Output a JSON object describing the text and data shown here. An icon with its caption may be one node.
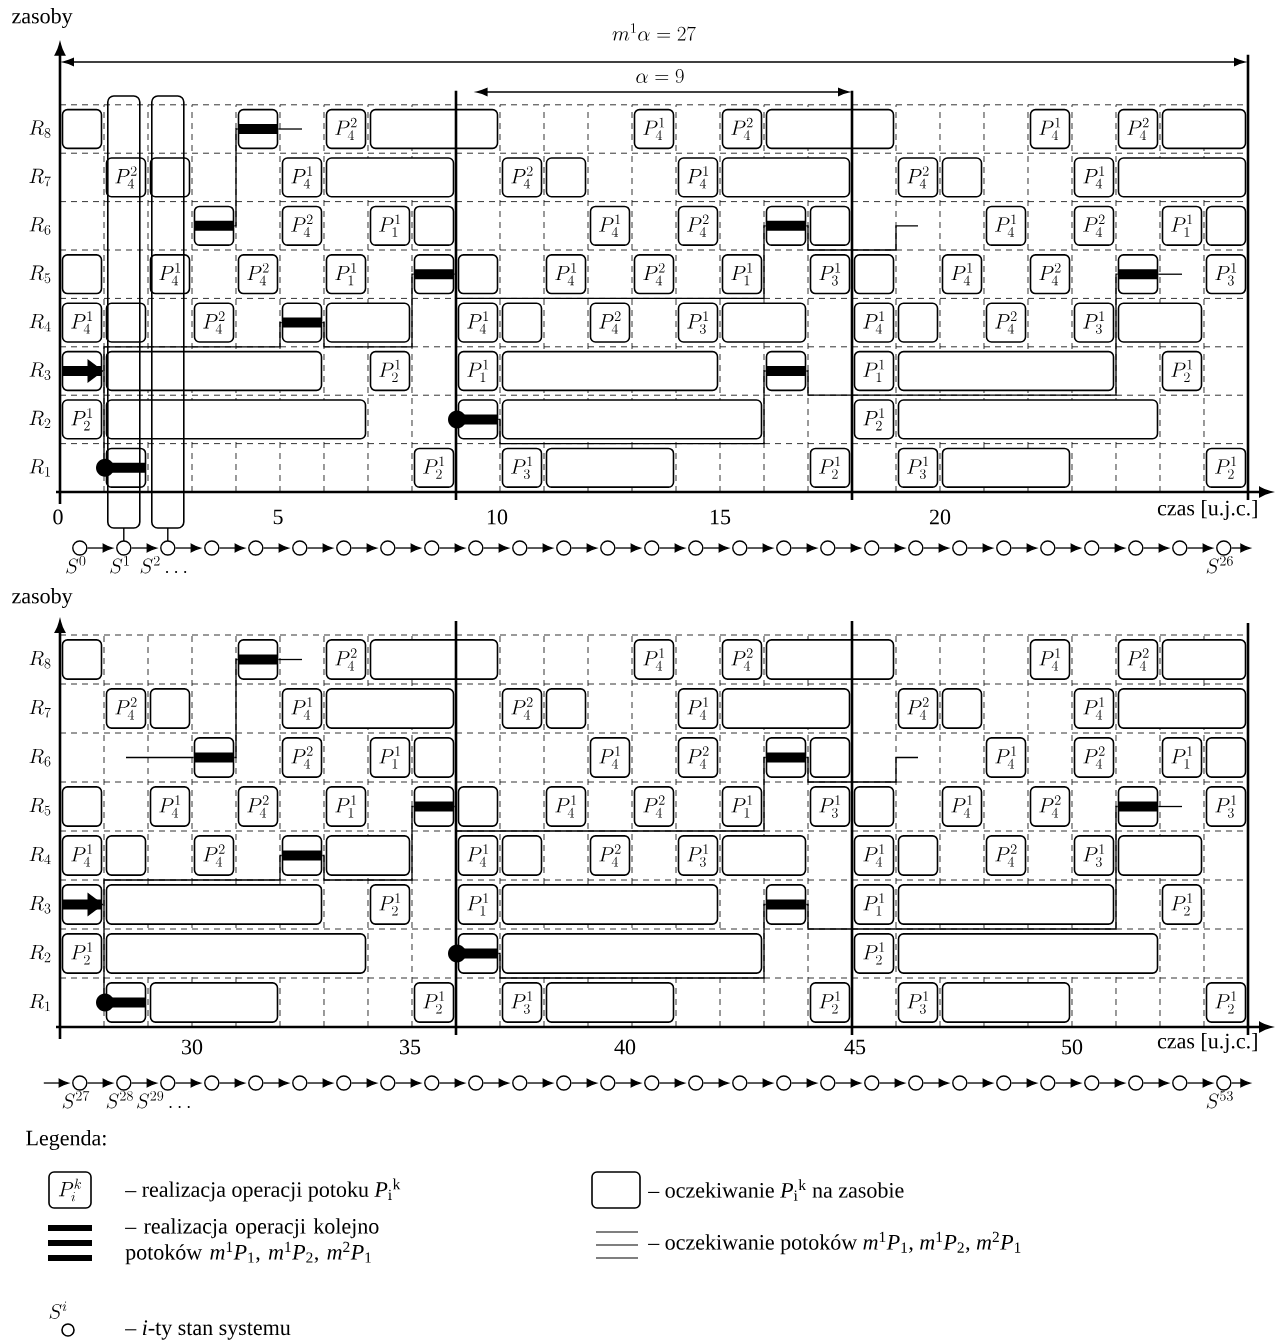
{
  "diagram": {
    "nodes": [
      {
        "text": [],
        "shape": "box"
      },
      {
        "text": [],
        "shape": "bar"
      },
      {
        "text": [
          "P_4^2"
        ]
      },
      {
        "text": [],
        "shape": "box"
      },
      {
        "text": [
          "P_4^1"
        ]
      },
      {
        "text": [
          "P_4^2"
        ]
      },
      {
        "text": [],
        "shape": "box"
      },
      {
        "text": [
          "P_4^1"
        ]
      },
      {
        "text": [
          "P_4^2"
        ]
      },
      {
        "text": [],
        "shape": "box"
      },
      {
        "text": [
          "P_4^2"
        ]
      },
      {
        "text": [],
        "shape": "box"
      },
      {
        "text": [
          "P_4^1"
        ]
      },
      {
        "text": [],
        "shape": "box"
      },
      {
        "text": [
          "P_4^2"
        ]
      },
      {
        "text": [],
        "shape": "box"
      },
      {
        "text": [
          "P_4^1"
        ]
      },
      {
        "text": [],
        "shape": "box"
      },
      {
        "text": [
          "P_4^2"
        ]
      },
      {
        "text": [],
        "shape": "box"
      },
      {
        "text": [
          "P_4^1"
        ]
      },
      {
        "text": [],
        "shape": "box"
      },
      {
        "text": [],
        "shape": "bar"
      },
      {
        "text": [
          "P_4^2"
        ]
      },
      {
        "text": [
          "P_1^1"
        ]
      },
      {
        "text": [],
        "shape": "box"
      },
      {
        "text": [
          "P_4^1"
        ]
      },
      {
        "text": [
          "P_4^2"
        ]
      },
      {
        "text": [],
        "shape": "bar"
      },
      {
        "text": [],
        "shape": "box"
      },
      {
        "text": [
          "P_4^1"
        ]
      },
      {
        "text": [
          "P_4^2"
        ]
      },
      {
        "text": [
          "P_1^1"
        ]
      },
      {
        "text": [],
        "shape": "box"
      },
      {
        "text": [],
        "shape": "box"
      },
      {
        "text": [
          "P_4^1"
        ]
      },
      {
        "text": [
          "P_4^2"
        ]
      },
      {
        "text": [
          "P_1^1"
        ]
      },
      {
        "text": [],
        "shape": "bar"
      },
      {
        "text": [],
        "shape": "box"
      },
      {
        "text": [
          "P_4^1"
        ]
      },
      {
        "text": [
          "P_4^2"
        ]
      },
      {
        "text": [
          "P_1^1"
        ]
      },
      {
        "text": [
          "P_3^1"
        ]
      },
      {
        "text": [],
        "shape": "box"
      },
      {
        "text": [
          "P_4^1"
        ]
      },
      {
        "text": [
          "P_4^2"
        ]
      },
      {
        "text": [],
        "shape": "bar"
      },
      {
        "text": [
          "P_3^1"
        ]
      },
      {
        "text": [
          "P_4^1"
        ]
      },
      {
        "text": [],
        "shape": "box"
      },
      {
        "text": [
          "P_4^2"
        ]
      },
      {
        "text": [],
        "shape": "bar"
      },
      {
        "text": [],
        "shape": "box"
      },
      {
        "text": [
          "P_4^1"
        ]
      },
      {
        "text": [],
        "shape": "box"
      },
      {
        "text": [
          "P_4^2"
        ]
      },
      {
        "text": [
          "P_3^1"
        ]
      },
      {
        "text": [],
        "shape": "box"
      },
      {
        "text": [
          "P_4^1"
        ]
      },
      {
        "text": [],
        "shape": "box"
      },
      {
        "text": [
          "P_4^2"
        ]
      },
      {
        "text": [
          "P_3^1"
        ]
      },
      {
        "text": [],
        "shape": "box"
      },
      {
        "text": [],
        "shape": "bar"
      },
      {
        "text": [],
        "shape": "box"
      },
      {
        "text": [
          "P_2^1"
        ]
      },
      {
        "text": [
          "P_1^1"
        ]
      },
      {
        "text": [],
        "shape": "box"
      },
      {
        "text": [],
        "shape": "bar"
      },
      {
        "text": [
          "P_1^1"
        ]
      },
      {
        "text": [],
        "shape": "box"
      },
      {
        "text": [
          "P_2^1"
        ]
      },
      {
        "text": [
          "P_2^1"
        ]
      },
      {
        "text": [],
        "shape": "box"
      },
      {
        "text": [],
        "shape": "bar"
      },
      {
        "text": [],
        "shape": "box"
      },
      {
        "text": [
          "P_2^1"
        ]
      },
      {
        "text": [],
        "shape": "box"
      },
      {
        "text": [],
        "shape": "bar"
      },
      {
        "text": [
          "P_2^1"
        ]
      },
      {
        "text": [
          "P_3^1"
        ]
      },
      {
        "text": [],
        "shape": "box"
      },
      {
        "text": [
          "P_2^1"
        ]
      },
      {
        "text": [
          "P_3^1"
        ]
      },
      {
        "text": [],
        "shape": "box"
      },
      {
        "text": [
          "P_2^1"
        ]
      },
      {
        "text": [],
        "shape": "box"
      },
      {
        "text": [],
        "shape": "bar"
      },
      {
        "text": [
          "P_4^2"
        ]
      },
      {
        "text": [],
        "shape": "box"
      },
      {
        "text": [
          "P_4^1"
        ]
      },
      {
        "text": [
          "P_4^2"
        ]
      },
      {
        "text": [],
        "shape": "box"
      },
      {
        "text": [
          "P_4^1"
        ]
      },
      {
        "text": [
          "P_4^2"
        ]
      },
      {
        "text": [],
        "shape": "box"
      },
      {
        "text": [
          "P_4^2"
        ]
      },
      {
        "text": [],
        "shape": "box"
      },
      {
        "text": [
          "P_4^1"
        ]
      },
      {
        "text": [],
        "shape": "box"
      },
      {
        "text": [
          "P_4^2"
        ]
      },
      {
        "text": [],
        "shape": "box"
      },
      {
        "text": [
          "P_4^1"
        ]
      },
      {
        "text": [],
        "shape": "box"
      },
      {
        "text": [
          "P_4^2"
        ]
      },
      {
        "text": [],
        "shape": "box"
      },
      {
        "text": [
          "P_4^1"
        ]
      },
      {
        "text": [],
        "shape": "box"
      },
      {
        "text": [],
        "shape": "bar"
      },
      {
        "text": [
          "P_4^2"
        ]
      },
      {
        "text": [
          "P_1^1"
        ]
      },
      {
        "text": [],
        "shape": "box"
      },
      {
        "text": [
          "P_4^1"
        ]
      },
      {
        "text": [
          "P_4^2"
        ]
      },
      {
        "text": [],
        "shape": "bar"
      },
      {
        "text": [],
        "shape": "box"
      },
      {
        "text": [
          "P_4^1"
        ]
      },
      {
        "text": [
          "P_4^2"
        ]
      },
      {
        "text": [
          "P_1^1"
        ]
      },
      {
        "text": [],
        "shape": "box"
      },
      {
        "text": [],
        "shape": "box"
      },
      {
        "text": [
          "P_4^1"
        ]
      },
      {
        "text": [
          "P_4^2"
        ]
      },
      {
        "text": [
          "P_1^1"
        ]
      },
      {
        "text": [],
        "shape": "bar"
      },
      {
        "text": [],
        "shape": "box"
      },
      {
        "text": [
          "P_4^1"
        ]
      },
      {
        "text": [
          "P_4^2"
        ]
      },
      {
        "text": [
          "P_1^1"
        ]
      },
      {
        "text": [
          "P_3^1"
        ]
      },
      {
        "text": [],
        "shape": "box"
      },
      {
        "text": [
          "P_4^1"
        ]
      },
      {
        "text": [
          "P_4^2"
        ]
      },
      {
        "text": [],
        "shape": "bar"
      },
      {
        "text": [
          "P_3^1"
        ]
      },
      {
        "text": [
          "P_4^1"
        ]
      },
      {
        "text": [],
        "shape": "box"
      },
      {
        "text": [
          "P_4^2"
        ]
      },
      {
        "text": [],
        "shape": "bar"
      },
      {
        "text": [],
        "shape": "box"
      },
      {
        "text": [
          "P_4^1"
        ]
      },
      {
        "text": [],
        "shape": "box"
      },
      {
        "text": [
          "P_4^2"
        ]
      },
      {
        "text": [
          "P_3^1"
        ]
      },
      {
        "text": [],
        "shape": "box"
      },
      {
        "text": [
          "P_4^1"
        ]
      },
      {
        "text": [],
        "shape": "box"
      },
      {
        "text": [
          "P_4^2"
        ]
      },
      {
        "text": [
          "P_3^1"
        ]
      },
      {
        "text": [],
        "shape": "box"
      },
      {
        "text": [],
        "shape": "bar"
      },
      {
        "text": [],
        "shape": "box"
      },
      {
        "text": [
          "P_2^1"
        ]
      },
      {
        "text": [
          "P_1^1"
        ]
      },
      {
        "text": [],
        "shape": "box"
      },
      {
        "text": [],
        "shape": "bar"
      },
      {
        "text": [
          "P_1^1"
        ]
      },
      {
        "text": [],
        "shape": "box"
      },
      {
        "text": [
          "P_2^1"
        ]
      },
      {
        "text": [
          "P_2^1"
        ]
      },
      {
        "text": [],
        "shape": "box"
      },
      {
        "text": [],
        "shape": "bar"
      },
      {
        "text": [],
        "shape": "box"
      },
      {
        "text": [
          "P_2^1"
        ]
      },
      {
        "text": [],
        "shape": "box"
      },
      {
        "text": [],
        "shape": "bar"
      },
      {
        "text": [],
        "shape": "box"
      },
      {
        "text": [
          "P_2^1"
        ]
      },
      {
        "text": [
          "P_3^1"
        ]
      },
      {
        "text": [],
        "shape": "box"
      },
      {
        "text": [
          "P_2^1"
        ]
      },
      {
        "text": [
          "P_3^1"
        ]
      },
      {
        "text": [],
        "shape": "box"
      },
      {
        "text": [
          "P_2^1"
        ]
      },
      {
        "text": [],
        "shape": "circle",
        "beside": [
          "S^0"
        ]
      },
      {
        "text": [],
        "shape": "circle",
        "beside": [
          "S^1"
        ]
      },
      {
        "text": [],
        "shape": "circle",
        "beside": [
          "S^2\\dots"
        ]
      },
      {
        "text": [],
        "shape": "circle"
      },
      {
        "text": [],
        "shape": "circle"
      },
      {
        "text": [],
        "shape": "circle"
      },
      {
        "text": [],
        "shape": "circle"
      },
      {
        "text": [],
        "shape": "circle"
      },
      {
        "text": [],
        "shape": "circle"
      },
      {
        "text": [],
        "shape": "circle"
      },
      {
        "text": [],
        "shape": "circle"
      },
      {
        "text": [],
        "shape": "circle"
      },
      {
        "text": [],
        "shape": "circle"
      },
      {
        "text": [],
        "shape": "circle"
      },
      {
        "text": [],
        "shape": "circle"
      },
      {
        "text": [],
        "shape": "circle"
      },
      {
        "text": [],
        "shape": "circle"
      },
      {
        "text": [],
        "shape": "circle"
      },
      {
        "text": [],
        "shape": "circle"
      },
      {
        "text": [],
        "shape": "circle"
      },
      {
        "text": [],
        "shape": "circle"
      },
      {
        "text": [],
        "shape": "circle"
      },
      {
        "text": [],
        "shape": "circle"
      },
      {
        "text": [],
        "shape": "circle"
      },
      {
        "text": [],
        "shape": "circle"
      },
      {
        "text": [],
        "shape": "circle"
      },
      {
        "text": [],
        "shape": "circle",
        "beside": [
          "S^{26}"
        ]
      },
      {
        "text": [],
        "shape": "circle",
        "beside": [
          "S^{27}"
        ]
      },
      {
        "text": [],
        "shape": "circle",
        "beside": [
          "S^{28}"
        ]
      },
      {
        "text": [],
        "shape": "circle",
        "beside": [
          "S^{29}\\dots"
        ]
      },
      {
        "text": [],
        "shape": "circle"
      },
      {
        "text": [],
        "shape": "circle"
      },
      {
        "text": [],
        "shape": "circle"
      },
      {
        "text": [],
        "shape": "circle"
      },
      {
        "text": [],
        "shape": "circle"
      },
      {
        "text": [],
        "shape": "circle"
      },
      {
        "text": [],
        "shape": "circle"
      },
      {
        "text": [],
        "shape": "circle"
      },
      {
        "text": [],
        "shape": "circle"
      },
      {
        "text": [],
        "shape": "circle"
      },
      {
        "text": [],
        "shape": "circle"
      },
      {
        "text": [],
        "shape": "circle"
      },
      {
        "text": [],
        "shape": "circle"
      },
      {
        "text": [],
        "shape": "circle"
      },
      {
        "text": [],
        "shape": "circle"
      },
      {
        "text": [],
        "shape": "circle"
      },
      {
        "text": [],
        "shape": "circle"
      },
      {
        "text": [],
        "shape": "circle"
      },
      {
        "text": [],
        "shape": "circle"
      },
      {
        "text": [],
        "shape": "circle"
      },
      {
        "text": [],
        "shape": "circle"
      },
      {
        "text": [],
        "shape": "circle"
      },
      {
        "text": [],
        "shape": "circle"
      },
      {
        "text": [],
        "shape": "circle",
        "beside": [
          "S^{53}"
        ]
      }
    ],
    "edges": [
      {
        "from": 79,
        "to": 52,
        "arrow": "none"
      },
      {
        "from": 52,
        "to": 38,
        "arrow": "none"
      },
      {
        "from": 38,
        "to": 28,
        "arrow": "none"
      },
      {
        "from": 28,
        "to": null,
        "arrow": "none"
      },
      {
        "from": 75,
        "to": 69,
        "arrow": "none"
      },
      {
        "from": 69,
        "to": 47,
        "arrow": "none"
      },
      {
        "from": 47,
        "to": null,
        "arrow": "none"
      },
      {
        "from": 22,
        "to": 1,
        "arrow": "none"
      },
      {
        "from": 1,
        "to": null,
        "arrow": "none"
      },
      {
        "from": 166,
        "to": 139,
        "arrow": "none"
      },
      {
        "from": 139,
        "to": 125,
        "arrow": "none"
      },
      {
        "from": 125,
        "to": 115,
        "arrow": "none"
      },
      {
        "from": 115,
        "to": null,
        "arrow": "none"
      },
      {
        "from": 162,
        "to": 156,
        "arrow": "none"
      },
      {
        "from": 156,
        "to": 134,
        "arrow": "none"
      },
      {
        "from": 134,
        "to": null,
        "arrow": "none"
      },
      {
        "from": null,
        "to": 109,
        "arrow": "none"
      },
      {
        "from": 109,
        "to": 88,
        "arrow": "none"
      },
      {
        "from": 88,
        "to": null,
        "arrow": "none"
      },
      {
        "from": 175,
        "to": 176,
        "arrow": "to"
      },
      {
        "from": 176,
        "to": 177,
        "arrow": "to"
      },
      {
        "from": 177,
        "to": 178,
        "arrow": "to"
      },
      {
        "from": 178,
        "to": 179,
        "arrow": "to"
      },
      {
        "from": 179,
        "to": 180,
        "arrow": "to"
      },
      {
        "from": 180,
        "to": 181,
        "arrow": "to"
      },
      {
        "from": 181,
        "to": 182,
        "arrow": "to"
      },
      {
        "from": 182,
        "to": 183,
        "arrow": "to"
      },
      {
        "from": 183,
        "to": 184,
        "arrow": "to"
      },
      {
        "from": 184,
        "to": 185,
        "arrow": "to"
      },
      {
        "from": 185,
        "to": 186,
        "arrow": "to"
      },
      {
        "from": 186,
        "to": 187,
        "arrow": "to"
      },
      {
        "from": 187,
        "to": 188,
        "arrow": "to"
      },
      {
        "from": 188,
        "to": 189,
        "arrow": "to"
      },
      {
        "from": 189,
        "to": 190,
        "arrow": "to"
      },
      {
        "from": 190,
        "to": 191,
        "arrow": "to"
      },
      {
        "from": 191,
        "to": 192,
        "arrow": "to"
      },
      {
        "from": 192,
        "to": 193,
        "arrow": "to"
      },
      {
        "from": 193,
        "to": 194,
        "arrow": "to"
      },
      {
        "from": 194,
        "to": 195,
        "arrow": "to"
      },
      {
        "from": 195,
        "to": 196,
        "arrow": "to"
      },
      {
        "from": 196,
        "to": 197,
        "arrow": "to"
      },
      {
        "from": 197,
        "to": 198,
        "arrow": "to"
      },
      {
        "from": 198,
        "to": 199,
        "arrow": "to"
      },
      {
        "from": 199,
        "to": 200,
        "arrow": "to"
      },
      {
        "from": 200,
        "to": 201,
        "arrow": "to"
      },
      {
        "from": 201,
        "to": null,
        "arrow": "to"
      },
      {
        "from": null,
        "to": 202,
        "arrow": "to"
      },
      {
        "from": 202,
        "to": 203,
        "arrow": "to"
      },
      {
        "from": 203,
        "to": 204,
        "arrow": "to"
      },
      {
        "from": 204,
        "to": 205,
        "arrow": "to"
      },
      {
        "from": 205,
        "to": 206,
        "arrow": "to"
      },
      {
        "from": 206,
        "to": 207,
        "arrow": "to"
      },
      {
        "from": 207,
        "to": 208,
        "arrow": "to"
      },
      {
        "from": 208,
        "to": 209,
        "arrow": "to"
      },
      {
        "from": 209,
        "to": 210,
        "arrow": "to"
      },
      {
        "from": 210,
        "to": 211,
        "arrow": "to"
      },
      {
        "from": 211,
        "to": 212,
        "arrow": "to"
      },
      {
        "from": 212,
        "to": 213,
        "arrow": "to"
      },
      {
        "from": 213,
        "to": 214,
        "arrow": "to"
      },
      {
        "from": 214,
        "to": 215,
        "arrow": "to"
      },
      {
        "from": 215,
        "to": 216,
        "arrow": "to"
      },
      {
        "from": 216,
        "to": 217,
        "arrow": "to"
      },
      {
        "from": 217,
        "to": 218,
        "arrow": "to"
      },
      {
        "from": 218,
        "to": 219,
        "arrow": "to"
      },
      {
        "from": 219,
        "to": 220,
        "arrow": "to"
      },
      {
        "from": 220,
        "to": 221,
        "arrow": "to"
      },
      {
        "from": 221,
        "to": 222,
        "arrow": "to"
      },
      {
        "from": 222,
        "to": 223,
        "arrow": "to"
      },
      {
        "from": 223,
        "to": 224,
        "arrow": "to"
      },
      {
        "from": 224,
        "to": 225,
        "arrow": "to"
      },
      {
        "from": 225,
        "to": 226,
        "arrow": "to"
      },
      {
        "from": 226,
        "to": 227,
        "arrow": "to"
      },
      {
        "from": 227,
        "to": 228,
        "arrow": "to"
      },
      {
        "from": 228,
        "to": null,
        "arrow": "to"
      }
    ],
    "labels": [
      "zasoby",
      "m^1\\alpha = 27",
      "\\alpha = 9",
      "R_8",
      "R_7",
      "R_6",
      "R_5",
      "R_4",
      "R_3",
      "R_2",
      "R_1",
      "0",
      "5",
      "10",
      "15",
      "20",
      "czas [u.j.c.]",
      "zasoby",
      "R_8",
      "R_7",
      "R_6",
      "R_5",
      "R_4",
      "R_3",
      "R_2",
      "R_1",
      "30",
      "35",
      "40",
      "45",
      "50",
      "czas [u.j.c.]",
      "Legenda:",
      "S^i",
      "P_i^k"
    ],
    "legend": [
      {
        "text": "– realizacja operacji potoku *P*$_{i}$$^{k}$"
      },
      {
        "text": "– oczekiwanie *P*$_{i}$$^{k}$ na zasobie"
      },
      {
        "text": "– realizacja operacji kolejno potoków *m*$^{1}$*P*$_{1}$, *m*$^{1}$*P*$_{2}$, *m*$^{2}$*P*$_{1}$"
      },
      {
        "text": "– oczekiwanie potoków *m*$^{1}$*P*$_{1}$, *m*$^{1}$*P*$_{2}$, *m*$^{2}$*P*$_{1}$"
      },
      {
        "text": "– *i*-ty stan systemu"
      }
    ]
  }
}
